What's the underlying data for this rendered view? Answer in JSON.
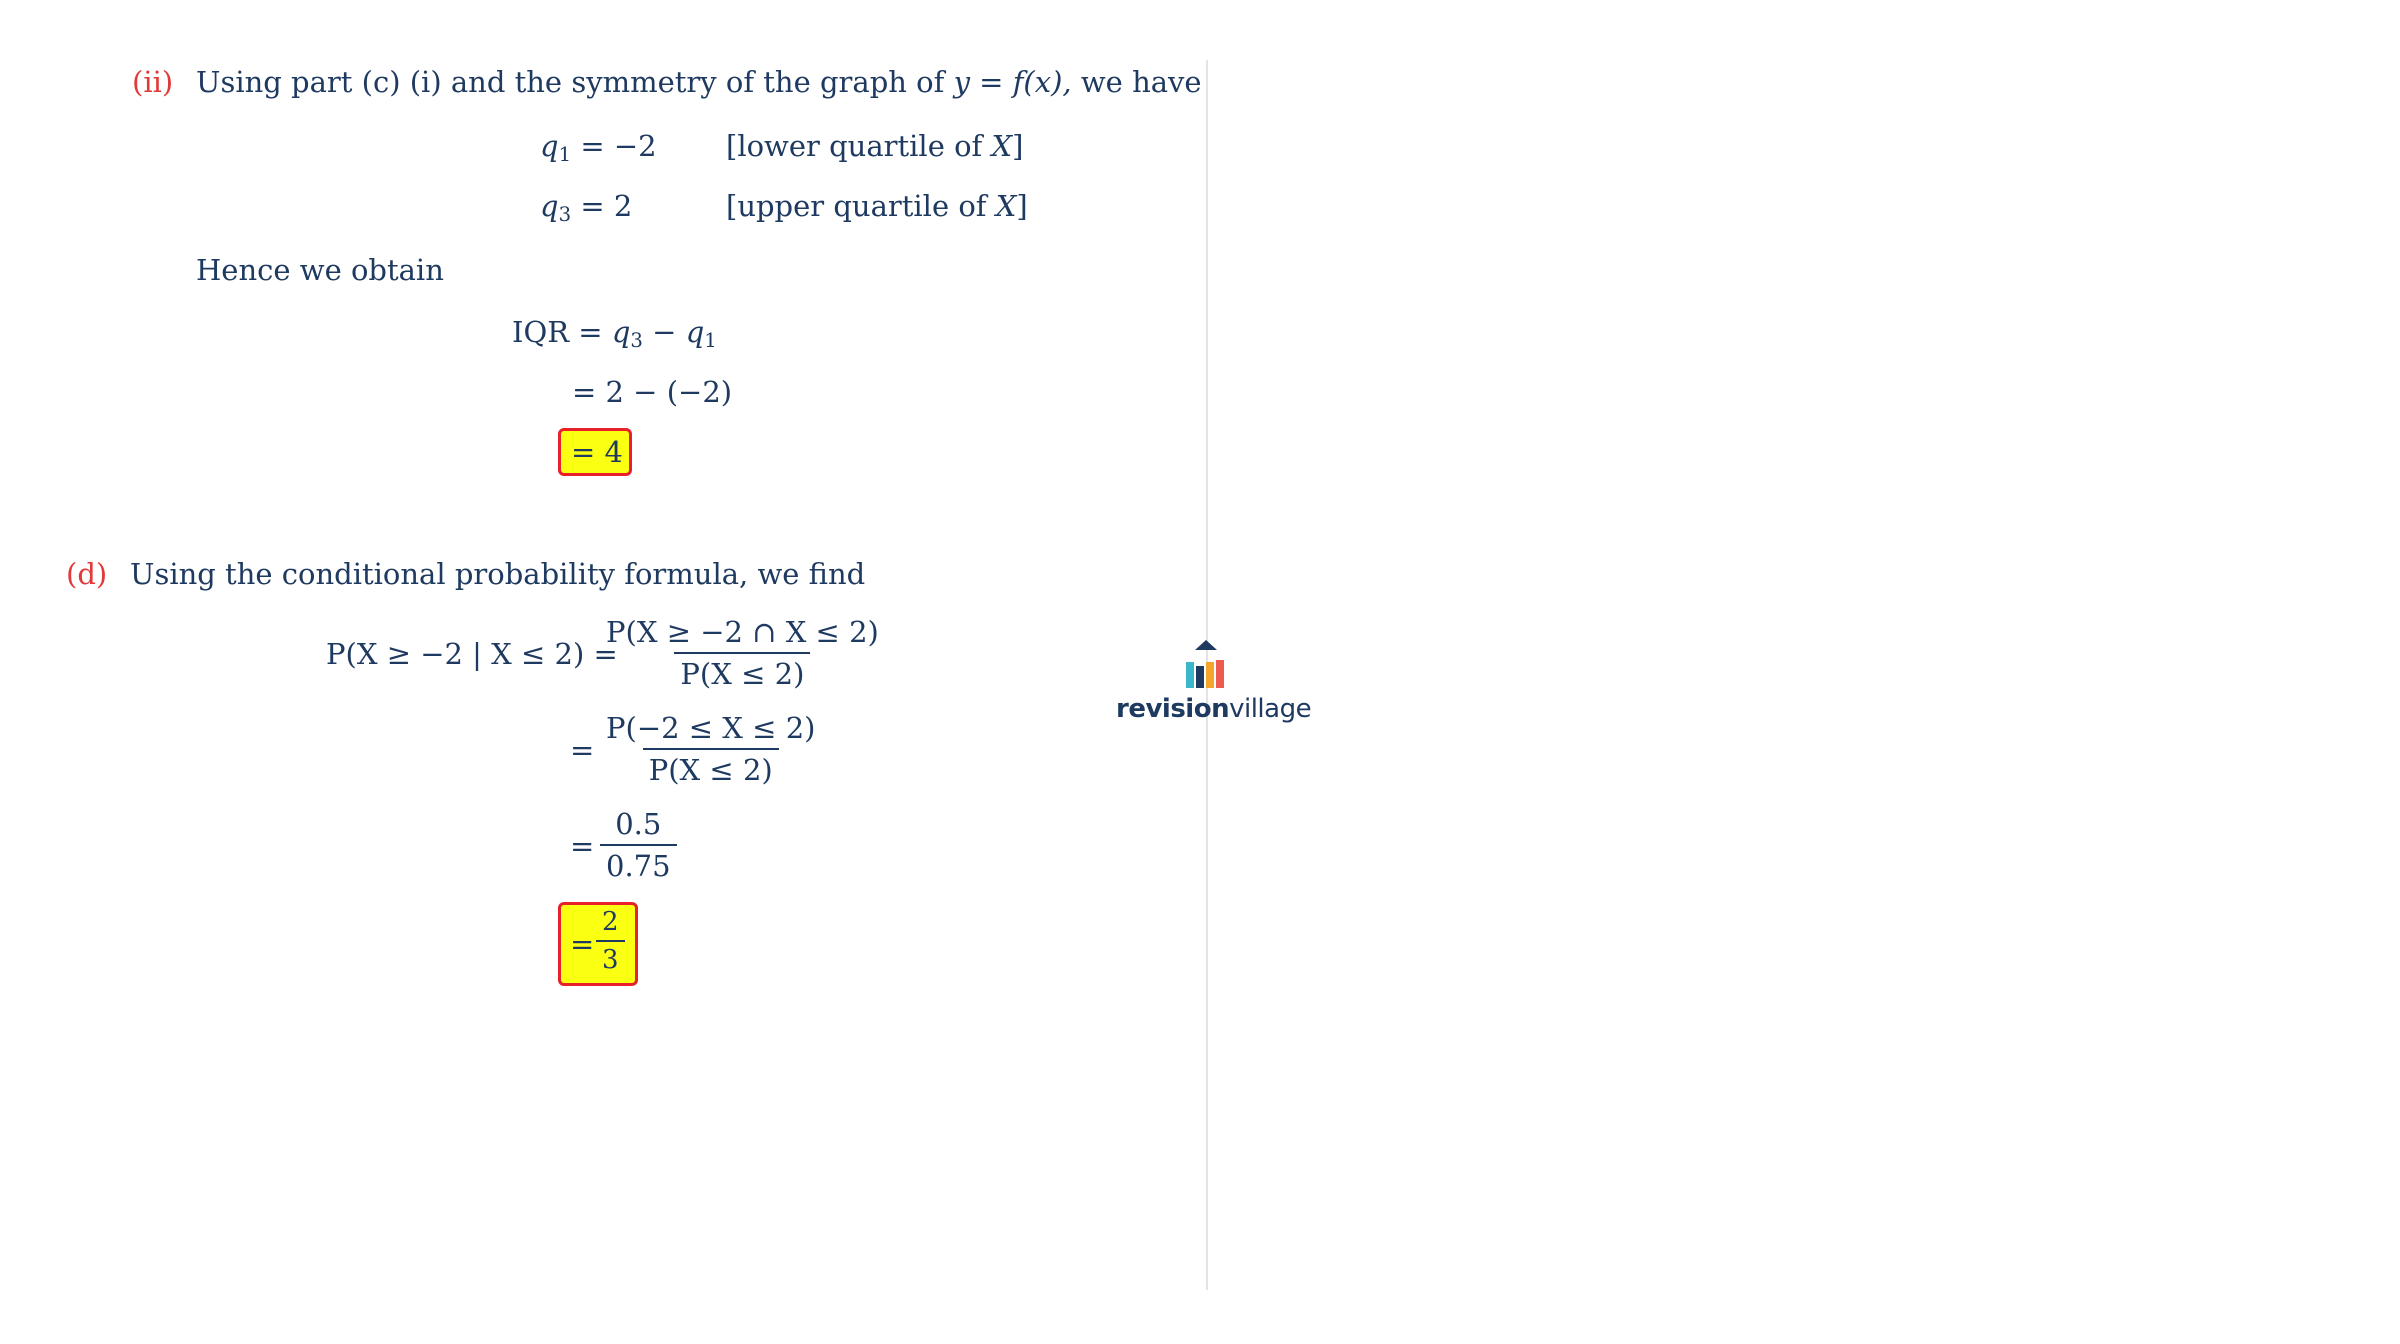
{
  "part_ii": {
    "label": "(ii)",
    "intro_text": "Using part (c) (i) and the symmetry of the graph of",
    "intro_eq": "y = f(x),",
    "intro_end": "we have",
    "q1_lhs": "q",
    "q1_sub": "1",
    "q1_rhs": "= −2",
    "q1_note_pre": "[lower quartile of ",
    "q1_note_var": "X",
    "q1_note_post": "]",
    "q3_lhs": "q",
    "q3_sub": "3",
    "q3_rhs": "= 2",
    "q3_note_pre": "[upper quartile of ",
    "q3_note_var": "X",
    "q3_note_post": "]",
    "hence": "Hence we obtain",
    "iqr_lhs": "IQR =",
    "iqr_q3": "q",
    "iqr_q3_sub": "3",
    "iqr_minus": " − ",
    "iqr_q1": "q",
    "iqr_q1_sub": "1",
    "iqr_step2": "= 2 − (−2)",
    "iqr_answer": "= 4"
  },
  "part_d": {
    "label": "(d)",
    "intro": "Using the conditional probability formula, we find",
    "lhs": "P(X ≥ −2 | X ≤ 2) =",
    "f1_num": "P(X ≥ −2 ∩ X ≤ 2)",
    "f1_den": "P(X ≤ 2)",
    "eq": "=",
    "f2_num": "P(−2 ≤ X ≤ 2)",
    "f2_den": "P(X ≤ 2)",
    "f3_num": "0.5",
    "f3_den": "0.75",
    "ans_num": "2",
    "ans_den": "3"
  },
  "logo": {
    "bold": "revision",
    "light": "village",
    "colors": {
      "roof": "#1f3a60",
      "bar1": "#3cb6c9",
      "bar2": "#1f3a60",
      "bar3": "#f5a52a",
      "bar4": "#ef5a4f"
    }
  },
  "colors": {
    "text": "#1f3a60",
    "label": "#e03a3a",
    "highlight_fill": "#fbff12",
    "highlight_border": "#e8202a"
  }
}
